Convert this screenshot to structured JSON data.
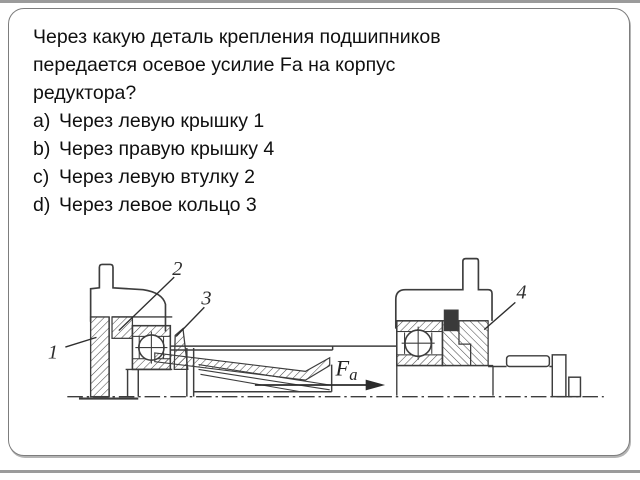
{
  "slide": {
    "question_lines": [
      "Через какую деталь крепления подшипников",
      "передается осевое усилие Fa на корпус",
      "редуктора?"
    ],
    "options": [
      {
        "marker": "a)",
        "text": "Через левую крышку 1"
      },
      {
        "marker": "b)",
        "text": "Через правую крышку 4"
      },
      {
        "marker": "c)",
        "text": "Через левую втулку 2"
      },
      {
        "marker": "d)",
        "text": "Через левое кольцо 3"
      }
    ],
    "diagram": {
      "part_labels": {
        "cover_left": "1",
        "sleeve": "2",
        "ring": "3",
        "cover_right": "4"
      },
      "force": {
        "symbol": "F",
        "subscript": "a"
      }
    },
    "colors": {
      "slide_border": "#7d7d7d",
      "edge_strip": "#9b9b9b",
      "drawing_line": "#3d3d3d",
      "text": "#101010"
    }
  }
}
